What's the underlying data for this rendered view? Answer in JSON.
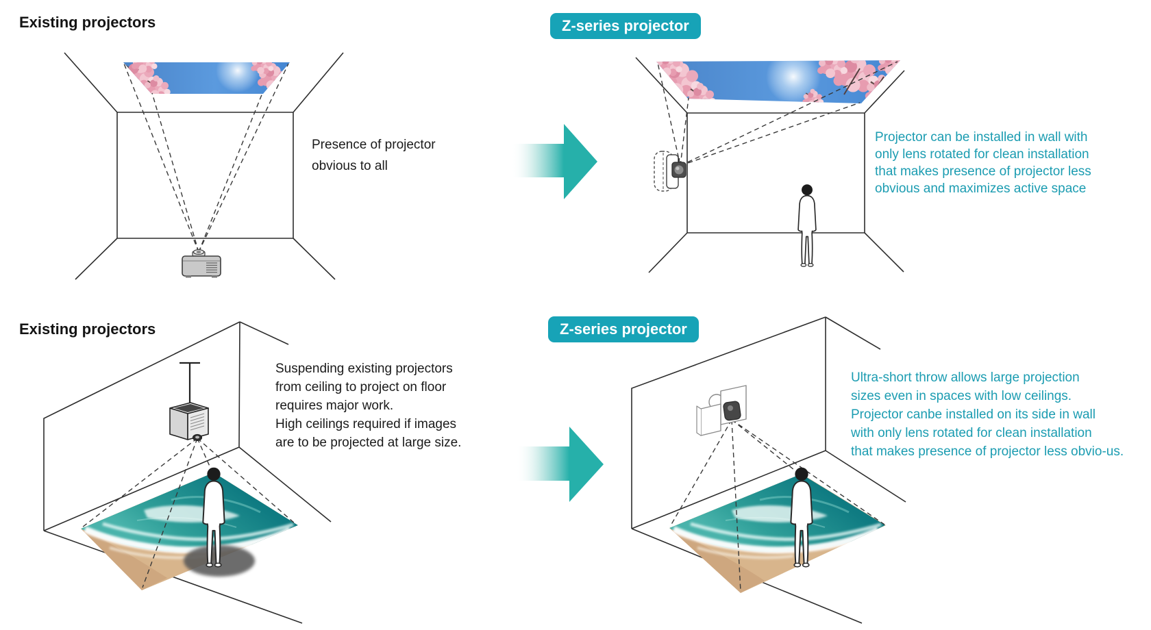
{
  "page": {
    "background": "#ffffff",
    "badge_teal": "#17a3b7",
    "arrow_teal": "#26b0aa",
    "caption_teal": "#1b9cb1",
    "text_black": "#1a1a1a"
  },
  "panels": {
    "top_left": {
      "heading": "Existing projectors",
      "caption": "Presence of projector\nobvious to all"
    },
    "top_right": {
      "badge_label": "Z-series projector",
      "caption": "Projector can be installed in wall with\nonly lens rotated for clean installation\nthat makes presence of projector less\nobvious and maximizes active space"
    },
    "bottom_left": {
      "heading": "Existing projectors",
      "caption": "Suspending existing projectors\nfrom ceiling to project on floor\nrequires major work.\nHigh ceilings required if images\nare to be projected at large size."
    },
    "bottom_right": {
      "badge_label": "Z-series projector",
      "caption": "Ultra-short throw allows large projection\nsizes even in spaces with low ceilings.\nProjector canbe installed on its side in wall\nwith only lens rotated for clean installation\nthat makes presence of projector less obvio-us."
    }
  }
}
